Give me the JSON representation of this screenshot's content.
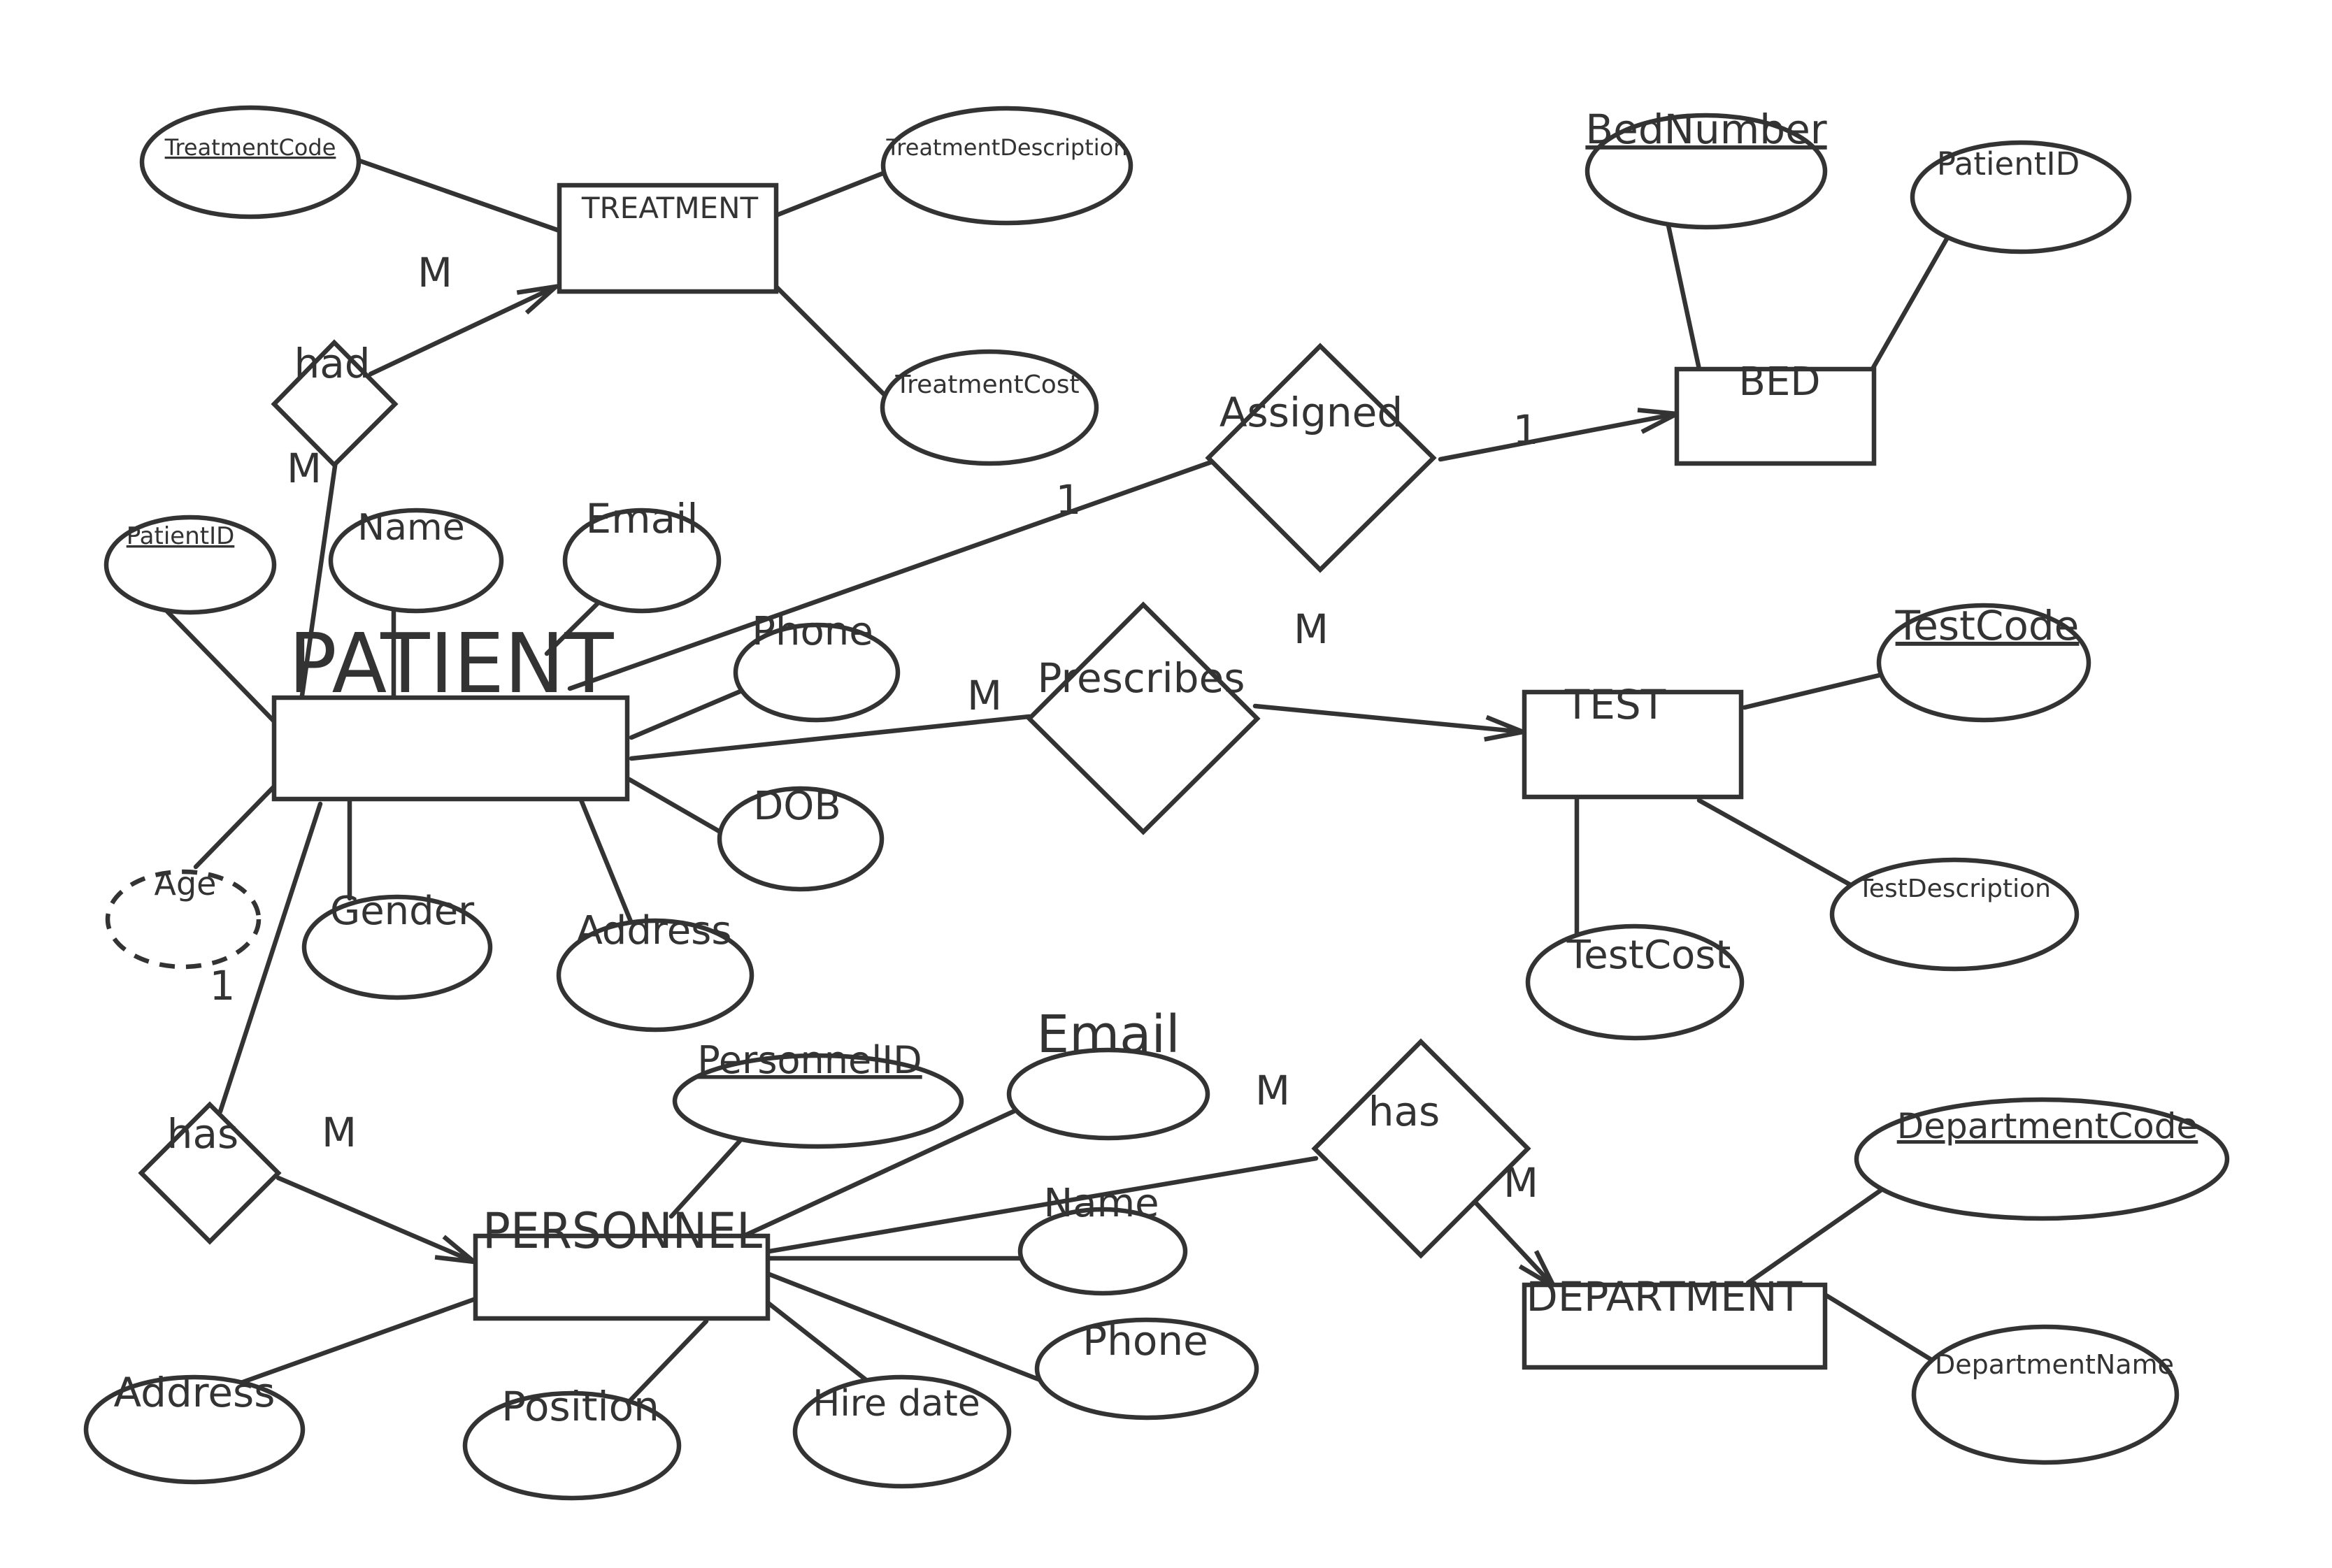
{
  "colors": {
    "ink": "#333333",
    "background": "#ffffff"
  },
  "entities": {
    "treatment": "TREATMENT",
    "bed": "BED",
    "patient": "PATIENT",
    "test": "TEST",
    "personnel": "PERSONNEL",
    "department": "DEPARTMENT"
  },
  "relationships": {
    "had": "had",
    "assigned": "Assigned",
    "prescribes": "Prescribes",
    "has_personnel": "has",
    "has_department": "has"
  },
  "attributes": {
    "treatment_code": "TreatmentCode",
    "treatment_description": "TreatmentDescription",
    "treatment_cost": "TreatmentCost",
    "bed_number": "BedNumber",
    "bed_patient_id": "PatientID",
    "patient_id": "PatientID",
    "patient_name": "Name",
    "patient_email": "Email",
    "patient_phone": "Phone",
    "patient_dob": "DOB",
    "patient_age": "Age",
    "patient_gender": "Gender",
    "patient_address": "Address",
    "test_code": "TestCode",
    "test_description": "TestDescription",
    "test_cost": "TestCost",
    "personnel_id": "PersonnelID",
    "personnel_email": "Email",
    "personnel_name": "Name",
    "personnel_phone": "Phone",
    "personnel_address": "Address",
    "personnel_position": "Position",
    "personnel_hire_date": "Hire date",
    "department_code": "DepartmentCode",
    "department_name": "DepartmentName"
  },
  "cardinalities": {
    "had_treatment": "M",
    "had_patient": "M",
    "assigned_patient": "1",
    "assigned_bed": "1",
    "prescribes_patient": "M",
    "prescribes_test": "M",
    "has_patient": "1",
    "has_personnel": "M",
    "has_dept_personnel": "M",
    "has_dept_department": "M"
  }
}
